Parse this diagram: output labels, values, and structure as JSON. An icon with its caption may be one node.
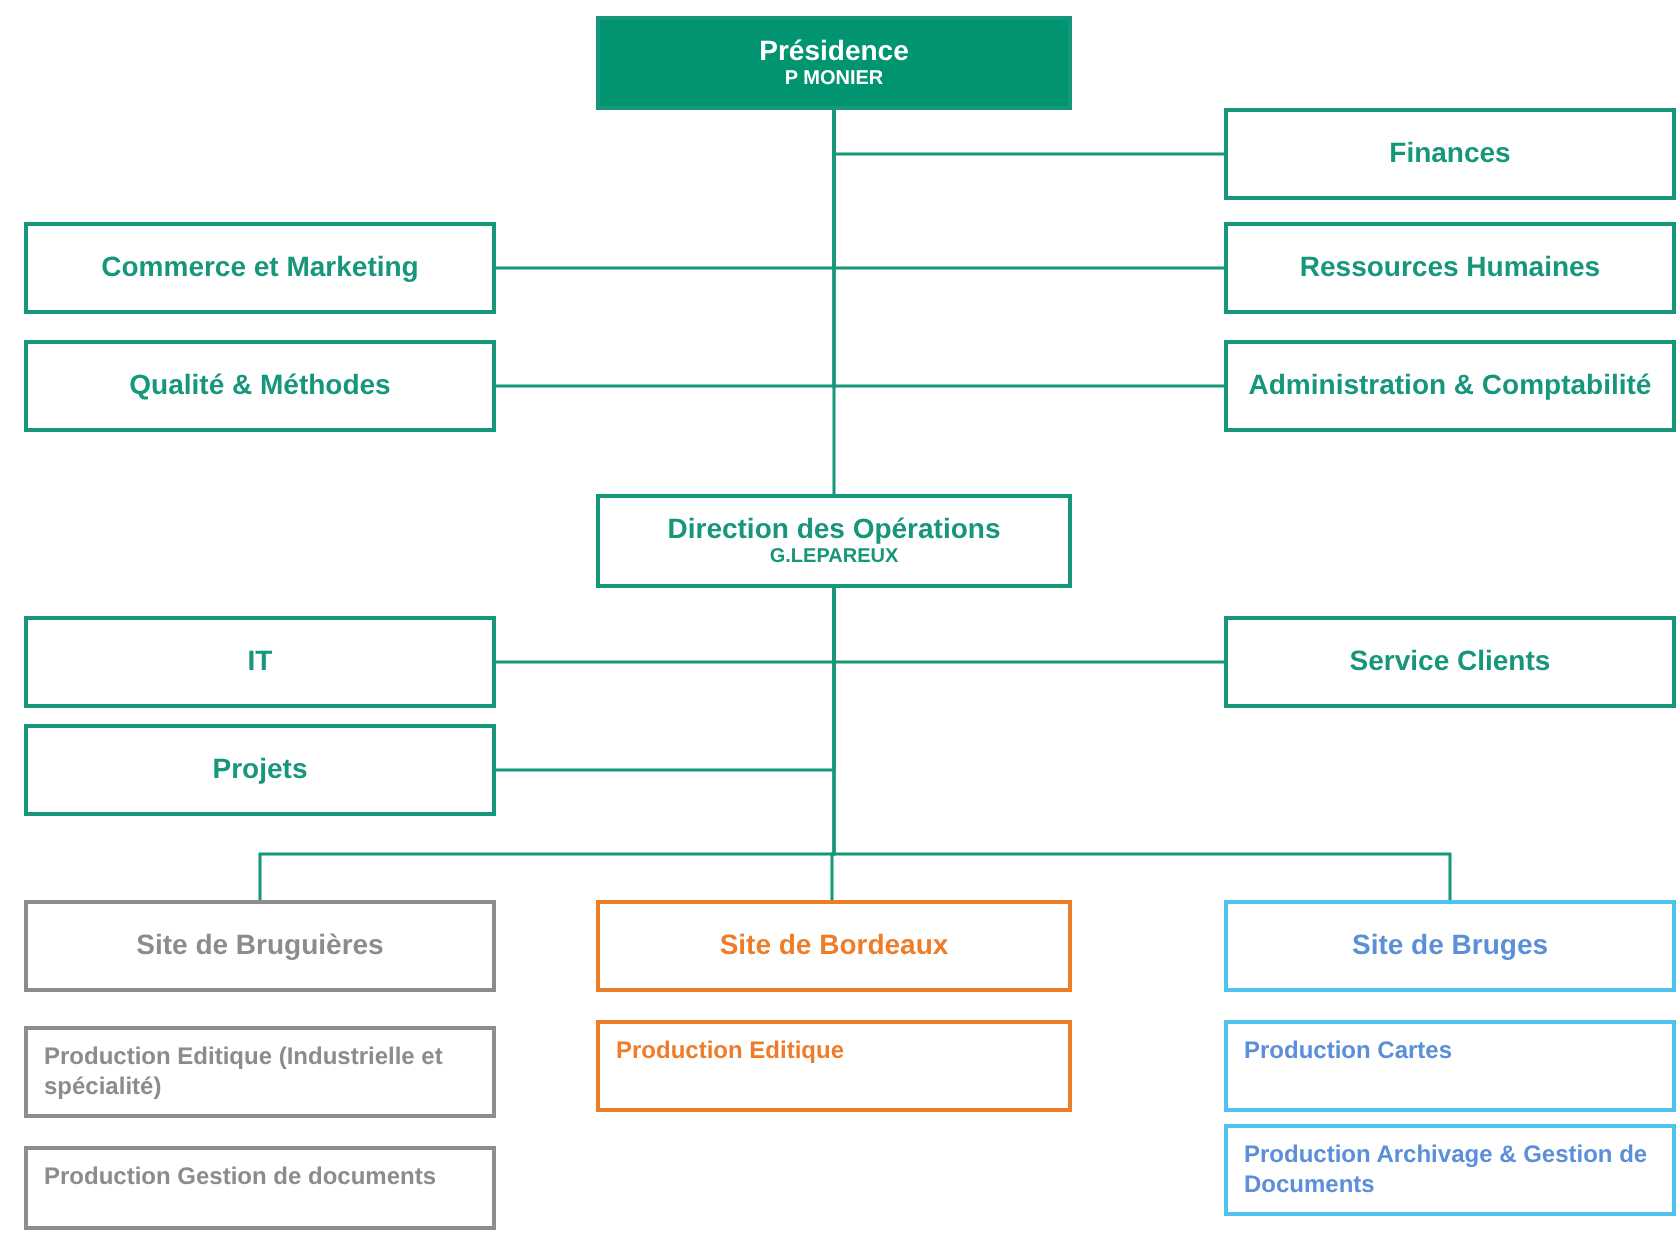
{
  "diagram": {
    "nodes": [
      {
        "text": [
          "Présidence",
          "P MONIER"
        ]
      },
      {
        "text": [
          "Finances"
        ]
      },
      {
        "text": [
          "Commerce et Marketing"
        ]
      },
      {
        "text": [
          "Ressources Humaines"
        ]
      },
      {
        "text": [
          "Qualité & Méthodes"
        ]
      },
      {
        "text": [
          "Administration & Comptabilité"
        ]
      },
      {
        "text": [
          "Direction des Opérations",
          "G.LEPAREUX"
        ]
      },
      {
        "text": [
          "IT"
        ]
      },
      {
        "text": [
          "Service Clients"
        ]
      },
      {
        "text": [
          "Projets"
        ]
      },
      {
        "text": [
          "Site de Bruguières"
        ]
      },
      {
        "text": [
          "Site de Bordeaux"
        ]
      },
      {
        "text": [
          "Site de Bruges"
        ]
      },
      {
        "text": [
          "Production Editique (Industrielle et spécialité)"
        ]
      },
      {
        "text": [
          "Production Gestion de documents"
        ]
      },
      {
        "text": [
          "Production Editique"
        ]
      },
      {
        "text": [
          "Production Cartes"
        ]
      },
      {
        "text": [
          "Production Archivage & Gestion de Documents"
        ]
      }
    ],
    "edges": [
      {
        "from": 0,
        "to": 1,
        "arrow": "none"
      },
      {
        "from": 0,
        "to": 2,
        "arrow": "none"
      },
      {
        "from": 0,
        "to": 3,
        "arrow": "none"
      },
      {
        "from": 0,
        "to": 4,
        "arrow": "none"
      },
      {
        "from": 0,
        "to": 5,
        "arrow": "none"
      },
      {
        "from": 0,
        "to": 6,
        "arrow": "none"
      },
      {
        "from": 6,
        "to": 7,
        "arrow": "none"
      },
      {
        "from": 6,
        "to": 8,
        "arrow": "none"
      },
      {
        "from": 6,
        "to": 9,
        "arrow": "none"
      },
      {
        "from": 6,
        "to": 10,
        "arrow": "none"
      },
      {
        "from": 6,
        "to": 11,
        "arrow": "none"
      },
      {
        "from": 6,
        "to": 12,
        "arrow": "none"
      }
    ]
  }
}
